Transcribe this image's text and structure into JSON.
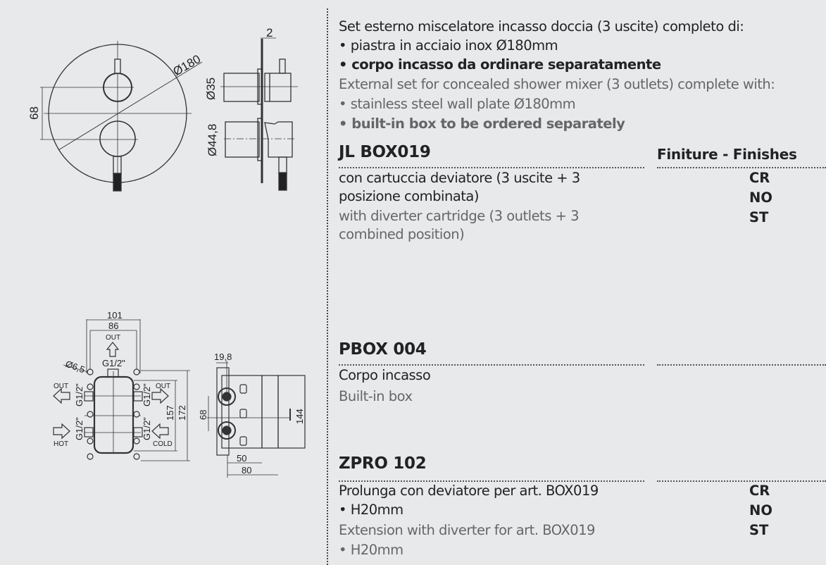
{
  "intro": {
    "it_title": "Set esterno miscelatore incasso doccia (3 uscite) completo di:",
    "it_bullet1": "• piastra in acciaio inox Ø180mm",
    "it_bullet2": "• corpo incasso da ordinare separatamente",
    "en_title": "External set for concealed shower mixer (3 outlets) complete with:",
    "en_bullet1": "• stainless steel wall plate Ø180mm",
    "en_bullet2": "• built-in box to be ordered separately"
  },
  "finishes_header": "Finiture - Finishes",
  "products": [
    {
      "code": "JL BOX019",
      "it": [
        "con cartuccia deviatore (3 uscite + 3",
        "posizione combinata)"
      ],
      "en": [
        "with diverter cartridge (3 outlets + 3",
        "combined position)"
      ],
      "finishes": [
        "CR",
        "NO",
        "ST"
      ]
    },
    {
      "code": "PBOX 004",
      "it": [
        "Corpo incasso"
      ],
      "en": [
        "Built-in box"
      ]
    },
    {
      "code": "ZPRO 102",
      "it": [
        "Prolunga con deviatore per art. BOX019",
        "• H20mm"
      ],
      "en": [
        "Extension with diverter for art. BOX019",
        "• H20mm"
      ],
      "finishes": [
        "CR",
        "NO",
        "ST"
      ]
    }
  ],
  "drawing_top": {
    "dia_plate": "Ø180",
    "spacing": "68",
    "dia_small": "Ø35",
    "dia_large": "Ø44,8",
    "thickness": "2"
  },
  "drawing_box": {
    "w_outer": "101",
    "w_inner": "86",
    "out": "OUT",
    "thread": "G1/2\"",
    "hole": "Ø6,5",
    "hot": "HOT",
    "cold": "COLD",
    "h_inner": "157",
    "h_outer": "172",
    "depth_min": "19,8",
    "spacing": "68",
    "height": "144",
    "d50": "50",
    "d80": "80"
  }
}
